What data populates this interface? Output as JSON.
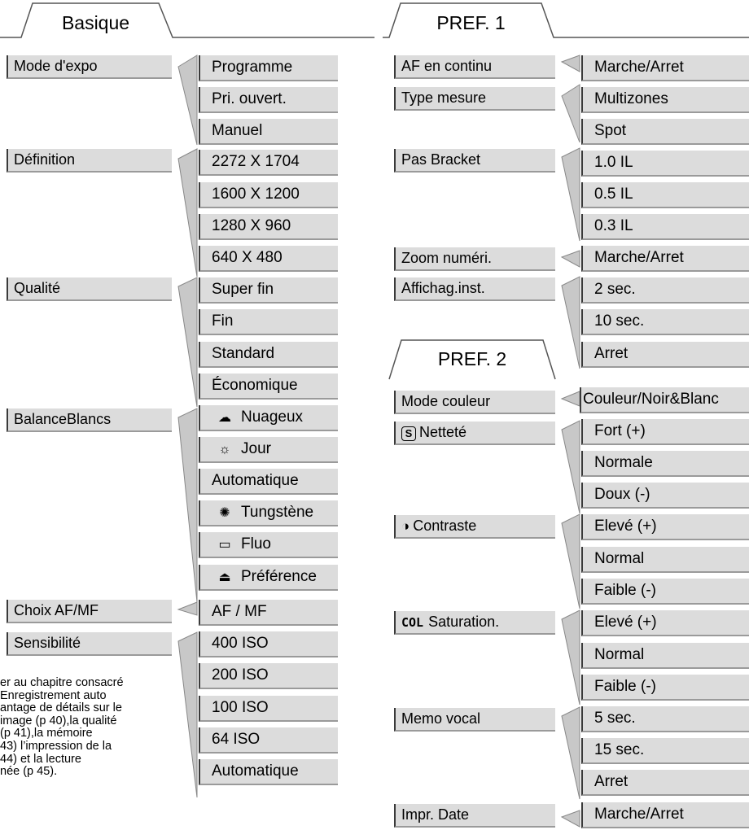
{
  "colors": {
    "box": "#dcdcdc",
    "border": "#3a3a3a",
    "wedge": "#c8c8c8"
  },
  "basique": {
    "title": "Basique",
    "groups": [
      {
        "label": "Mode d'expo",
        "options": [
          "Programme",
          "Pri. ouvert.",
          "Manuel"
        ]
      },
      {
        "label": "Définition",
        "options": [
          "2272 X 1704",
          "1600 X 1200",
          "1280 X 960",
          "640 X 480"
        ]
      },
      {
        "label": "Qualité",
        "options": [
          "Super fin",
          "Fin",
          "Standard",
          "Économique"
        ]
      },
      {
        "label": "BalanceBlancs",
        "options": [
          "Nuageux",
          "Jour",
          "Automatique",
          "Tungstène",
          "Fluo",
          "Préférence"
        ],
        "icons": [
          "cloud-icon",
          "sun-icon",
          "",
          "bulb-icon",
          "fluorescent-icon",
          "custom-wb-icon"
        ]
      },
      {
        "label": "Choix AF/MF",
        "options": [
          "AF / MF"
        ]
      },
      {
        "label": "Sensibilité",
        "options": [
          "400 ISO",
          "200 ISO",
          "100 ISO",
          "64 ISO",
          "Automatique"
        ]
      }
    ]
  },
  "pref1": {
    "title": "PREF. 1",
    "groups": [
      {
        "label": "AF en continu",
        "options": [
          "Marche/Arret"
        ]
      },
      {
        "label": "Type mesure",
        "options": [
          "Multizones",
          "Spot"
        ]
      },
      {
        "label": "Pas Bracket",
        "options": [
          "1.0 IL",
          "0.5 IL",
          "0.3 IL"
        ]
      },
      {
        "label": "Zoom numéri.",
        "options": [
          "Marche/Arret"
        ]
      },
      {
        "label": "Affichag.inst.",
        "options": [
          "2 sec.",
          "10 sec.",
          "Arret"
        ]
      }
    ]
  },
  "pref2": {
    "title": "PREF. 2",
    "groups": [
      {
        "label": "Mode couleur",
        "options": [
          "Couleur/Noir&Blanc"
        ]
      },
      {
        "label": "Netteté",
        "prefix": "S",
        "options": [
          "Fort (+)",
          "Normale",
          "Doux (-)"
        ]
      },
      {
        "label": "Contraste",
        "prefix": "◑",
        "options": [
          "Elevé (+)",
          "Normal",
          "Faible (-)"
        ]
      },
      {
        "label": "Saturation.",
        "prefix": "COL",
        "options": [
          "Elevé (+)",
          "Normal",
          "Faible (-)"
        ]
      },
      {
        "label": "Memo vocal",
        "options": [
          "5 sec.",
          "15 sec.",
          "Arret"
        ]
      },
      {
        "label": "Impr. Date",
        "options": [
          "Marche/Arret"
        ]
      }
    ]
  },
  "note": {
    "lines": [
      "er au chapitre consacré",
      "Enregistrement auto",
      "antage de détails sur le",
      "image (p 40),la qualité",
      "(p 41),la mémoire",
      "43) l’impression de la",
      "44) et la lecture",
      "née (p 45)."
    ]
  }
}
